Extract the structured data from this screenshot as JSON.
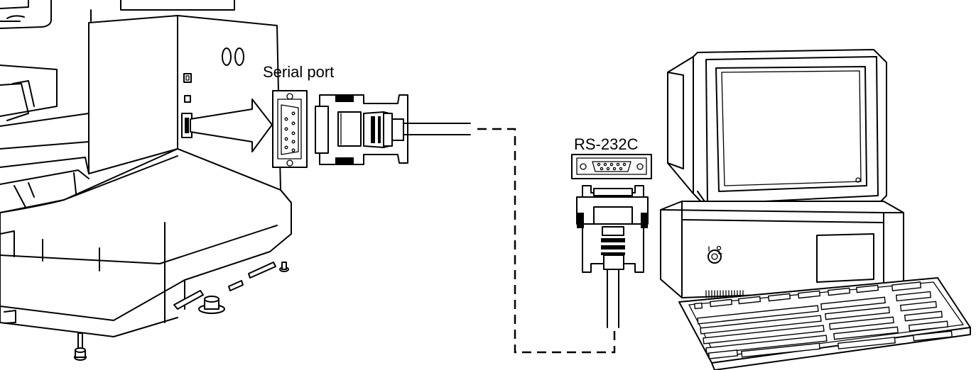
{
  "labels": {
    "serial_port": "Serial port",
    "rs232c": "RS-232C"
  },
  "colors": {
    "line": "#000000",
    "background": "#ffffff"
  },
  "components": {
    "machine": "machine-illustration",
    "serial_port_connector": "db9-port-icon",
    "cable": "serial-cable",
    "computer": "desktop-computer-illustration"
  }
}
